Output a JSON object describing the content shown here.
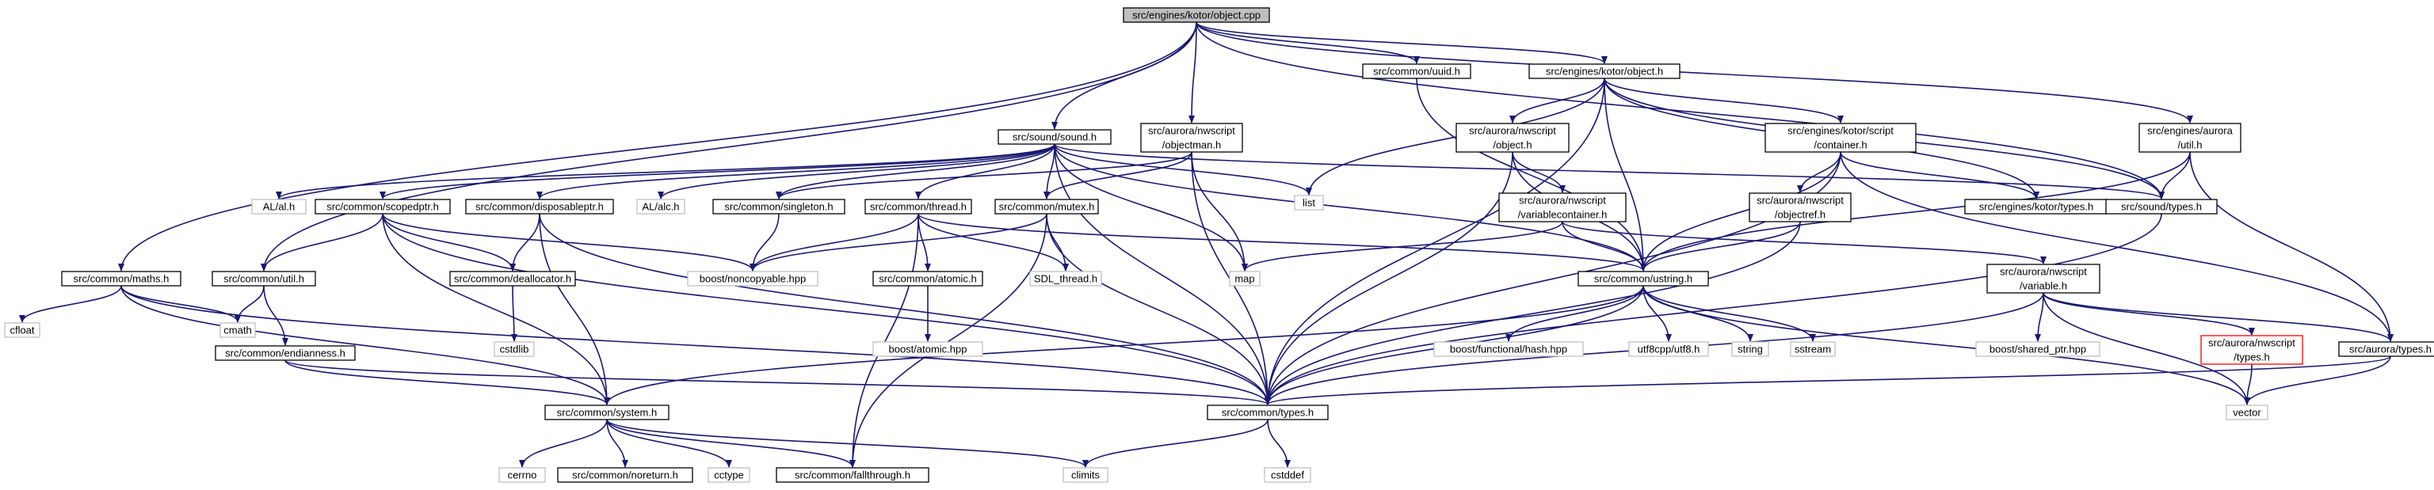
{
  "colors": {
    "edge": "#191970",
    "node_border": "#000000",
    "system_border": "#bfbfbf",
    "root_fill": "#bfbfbf",
    "highlight_border": "#ff0000",
    "background": "#ffffff"
  },
  "nodes": [
    {
      "id": "root",
      "lines": [
        "src/engines/kotor/object.cpp"
      ],
      "kind": "root"
    },
    {
      "id": "uuid",
      "lines": [
        "src/common/uuid.h"
      ],
      "kind": "header"
    },
    {
      "id": "kobject",
      "lines": [
        "src/engines/kotor/object.h"
      ],
      "kind": "header"
    },
    {
      "id": "sound",
      "lines": [
        "src/sound/sound.h"
      ],
      "kind": "header"
    },
    {
      "id": "objectman",
      "lines": [
        "src/aurora/nwscript",
        "/objectman.h"
      ],
      "kind": "header"
    },
    {
      "id": "nwobject",
      "lines": [
        "src/aurora/nwscript",
        "/object.h"
      ],
      "kind": "header"
    },
    {
      "id": "container",
      "lines": [
        "src/engines/kotor/script",
        "/container.h"
      ],
      "kind": "header"
    },
    {
      "id": "autil",
      "lines": [
        "src/engines/aurora",
        "/util.h"
      ],
      "kind": "header"
    },
    {
      "id": "list",
      "lines": [
        "list"
      ],
      "kind": "system"
    },
    {
      "id": "al",
      "lines": [
        "AL/al.h"
      ],
      "kind": "system"
    },
    {
      "id": "scopedptr",
      "lines": [
        "src/common/scopedptr.h"
      ],
      "kind": "header"
    },
    {
      "id": "disposable",
      "lines": [
        "src/common/disposableptr.h"
      ],
      "kind": "header"
    },
    {
      "id": "alc",
      "lines": [
        "AL/alc.h"
      ],
      "kind": "system"
    },
    {
      "id": "singleton",
      "lines": [
        "src/common/singleton.h"
      ],
      "kind": "header"
    },
    {
      "id": "thread",
      "lines": [
        "src/common/thread.h"
      ],
      "kind": "header"
    },
    {
      "id": "mutex",
      "lines": [
        "src/common/mutex.h"
      ],
      "kind": "header"
    },
    {
      "id": "varcontainer",
      "lines": [
        "src/aurora/nwscript",
        "/variablecontainer.h"
      ],
      "kind": "header"
    },
    {
      "id": "objectref",
      "lines": [
        "src/aurora/nwscript",
        "/objectref.h"
      ],
      "kind": "header"
    },
    {
      "id": "ktypes",
      "lines": [
        "src/engines/kotor/types.h"
      ],
      "kind": "header"
    },
    {
      "id": "stypes",
      "lines": [
        "src/sound/types.h"
      ],
      "kind": "header"
    },
    {
      "id": "maths",
      "lines": [
        "src/common/maths.h"
      ],
      "kind": "header"
    },
    {
      "id": "cutil",
      "lines": [
        "src/common/util.h"
      ],
      "kind": "header"
    },
    {
      "id": "dealloc",
      "lines": [
        "src/common/deallocator.h"
      ],
      "kind": "header"
    },
    {
      "id": "noncopyable",
      "lines": [
        "boost/noncopyable.hpp"
      ],
      "kind": "system"
    },
    {
      "id": "atomic",
      "lines": [
        "src/common/atomic.h"
      ],
      "kind": "header"
    },
    {
      "id": "sdlthread",
      "lines": [
        "SDL_thread.h"
      ],
      "kind": "system"
    },
    {
      "id": "map",
      "lines": [
        "map"
      ],
      "kind": "system"
    },
    {
      "id": "ustring",
      "lines": [
        "src/common/ustring.h"
      ],
      "kind": "header"
    },
    {
      "id": "variable",
      "lines": [
        "src/aurora/nwscript",
        "/variable.h"
      ],
      "kind": "header"
    },
    {
      "id": "cfloat",
      "lines": [
        "cfloat"
      ],
      "kind": "system"
    },
    {
      "id": "cmath",
      "lines": [
        "cmath"
      ],
      "kind": "system"
    },
    {
      "id": "endianness",
      "lines": [
        "src/common/endianness.h"
      ],
      "kind": "header"
    },
    {
      "id": "cstdlib",
      "lines": [
        "cstdlib"
      ],
      "kind": "system"
    },
    {
      "id": "batomic",
      "lines": [
        "boost/atomic.hpp"
      ],
      "kind": "system"
    },
    {
      "id": "bhash",
      "lines": [
        "boost/functional/hash.hpp"
      ],
      "kind": "system"
    },
    {
      "id": "utf8",
      "lines": [
        "utf8cpp/utf8.h"
      ],
      "kind": "system"
    },
    {
      "id": "string",
      "lines": [
        "string"
      ],
      "kind": "system"
    },
    {
      "id": "sstream",
      "lines": [
        "sstream"
      ],
      "kind": "system"
    },
    {
      "id": "sharedptr",
      "lines": [
        "boost/shared_ptr.hpp"
      ],
      "kind": "system"
    },
    {
      "id": "nwtypes",
      "lines": [
        "src/aurora/nwscript",
        "/types.h"
      ],
      "kind": "highlight"
    },
    {
      "id": "atypes",
      "lines": [
        "src/aurora/types.h"
      ],
      "kind": "header"
    },
    {
      "id": "system",
      "lines": [
        "src/common/system.h"
      ],
      "kind": "header"
    },
    {
      "id": "ctypes",
      "lines": [
        "src/common/types.h"
      ],
      "kind": "header"
    },
    {
      "id": "vector",
      "lines": [
        "vector"
      ],
      "kind": "system"
    },
    {
      "id": "cerrno",
      "lines": [
        "cerrno"
      ],
      "kind": "system"
    },
    {
      "id": "noreturn",
      "lines": [
        "src/common/noreturn.h"
      ],
      "kind": "header"
    },
    {
      "id": "cctype",
      "lines": [
        "cctype"
      ],
      "kind": "system"
    },
    {
      "id": "fallthrough",
      "lines": [
        "src/common/fallthrough.h"
      ],
      "kind": "header"
    },
    {
      "id": "climits",
      "lines": [
        "climits"
      ],
      "kind": "system"
    },
    {
      "id": "cstddef",
      "lines": [
        "cstddef"
      ],
      "kind": "system"
    }
  ],
  "edges": [
    [
      "root",
      "uuid"
    ],
    [
      "root",
      "kobject"
    ],
    [
      "root",
      "sound"
    ],
    [
      "root",
      "objectman"
    ],
    [
      "root",
      "autil"
    ],
    [
      "root",
      "maths"
    ],
    [
      "root",
      "cutil"
    ],
    [
      "root",
      "stypes"
    ],
    [
      "uuid",
      "ustring"
    ],
    [
      "kobject",
      "list"
    ],
    [
      "kobject",
      "nwobject"
    ],
    [
      "kobject",
      "container"
    ],
    [
      "kobject",
      "ktypes"
    ],
    [
      "kobject",
      "stypes"
    ],
    [
      "kobject",
      "ustring"
    ],
    [
      "kobject",
      "ctypes"
    ],
    [
      "sound",
      "al"
    ],
    [
      "sound",
      "alc"
    ],
    [
      "sound",
      "scopedptr"
    ],
    [
      "sound",
      "disposable"
    ],
    [
      "sound",
      "singleton"
    ],
    [
      "sound",
      "thread"
    ],
    [
      "sound",
      "mutex"
    ],
    [
      "sound",
      "list"
    ],
    [
      "sound",
      "map"
    ],
    [
      "sound",
      "stypes"
    ],
    [
      "sound",
      "ustring"
    ],
    [
      "sound",
      "ctypes"
    ],
    [
      "objectman",
      "singleton"
    ],
    [
      "objectman",
      "map"
    ],
    [
      "objectman",
      "mutex"
    ],
    [
      "objectman",
      "ctypes"
    ],
    [
      "nwobject",
      "varcontainer"
    ],
    [
      "nwobject",
      "ustring"
    ],
    [
      "nwobject",
      "ctypes"
    ],
    [
      "container",
      "objectref"
    ],
    [
      "container",
      "ktypes"
    ],
    [
      "container",
      "ustring"
    ],
    [
      "container",
      "atypes"
    ],
    [
      "container",
      "ctypes"
    ],
    [
      "autil",
      "stypes"
    ],
    [
      "autil",
      "ustring"
    ],
    [
      "autil",
      "atypes"
    ],
    [
      "scopedptr",
      "noncopyable"
    ],
    [
      "scopedptr",
      "dealloc"
    ],
    [
      "scopedptr",
      "cutil"
    ],
    [
      "scopedptr",
      "system"
    ],
    [
      "scopedptr",
      "ctypes"
    ],
    [
      "disposable",
      "dealloc"
    ],
    [
      "disposable",
      "system"
    ],
    [
      "disposable",
      "ctypes"
    ],
    [
      "singleton",
      "noncopyable"
    ],
    [
      "thread",
      "noncopyable"
    ],
    [
      "thread",
      "sdlthread"
    ],
    [
      "thread",
      "atomic"
    ],
    [
      "thread",
      "ustring"
    ],
    [
      "thread",
      "fallthrough"
    ],
    [
      "mutex",
      "noncopyable"
    ],
    [
      "mutex",
      "sdlthread"
    ],
    [
      "mutex",
      "fallthrough"
    ],
    [
      "mutex",
      "ctypes"
    ],
    [
      "varcontainer",
      "map"
    ],
    [
      "varcontainer",
      "ustring"
    ],
    [
      "varcontainer",
      "variable"
    ],
    [
      "objectref",
      "ustring"
    ],
    [
      "objectref",
      "ctypes"
    ],
    [
      "stypes",
      "ctypes"
    ],
    [
      "maths",
      "cfloat"
    ],
    [
      "maths",
      "cmath"
    ],
    [
      "maths",
      "system"
    ],
    [
      "maths",
      "ctypes"
    ],
    [
      "cutil",
      "cmath"
    ],
    [
      "cutil",
      "endianness"
    ],
    [
      "dealloc",
      "cstdlib"
    ],
    [
      "atomic",
      "batomic"
    ],
    [
      "ustring",
      "bhash"
    ],
    [
      "ustring",
      "utf8"
    ],
    [
      "ustring",
      "string"
    ],
    [
      "ustring",
      "sstream"
    ],
    [
      "ustring",
      "vector"
    ],
    [
      "ustring",
      "system"
    ],
    [
      "ustring",
      "ctypes"
    ],
    [
      "variable",
      "sharedptr"
    ],
    [
      "variable",
      "nwtypes"
    ],
    [
      "variable",
      "atypes"
    ],
    [
      "variable",
      "vector"
    ],
    [
      "variable",
      "ctypes"
    ],
    [
      "nwtypes",
      "vector"
    ],
    [
      "atypes",
      "vector"
    ],
    [
      "atypes",
      "ctypes"
    ],
    [
      "endianness",
      "system"
    ],
    [
      "endianness",
      "ctypes"
    ],
    [
      "system",
      "cerrno"
    ],
    [
      "system",
      "noreturn"
    ],
    [
      "system",
      "cctype"
    ],
    [
      "system",
      "fallthrough"
    ],
    [
      "system",
      "climits"
    ],
    [
      "ctypes",
      "climits"
    ],
    [
      "ctypes",
      "cstddef"
    ]
  ]
}
